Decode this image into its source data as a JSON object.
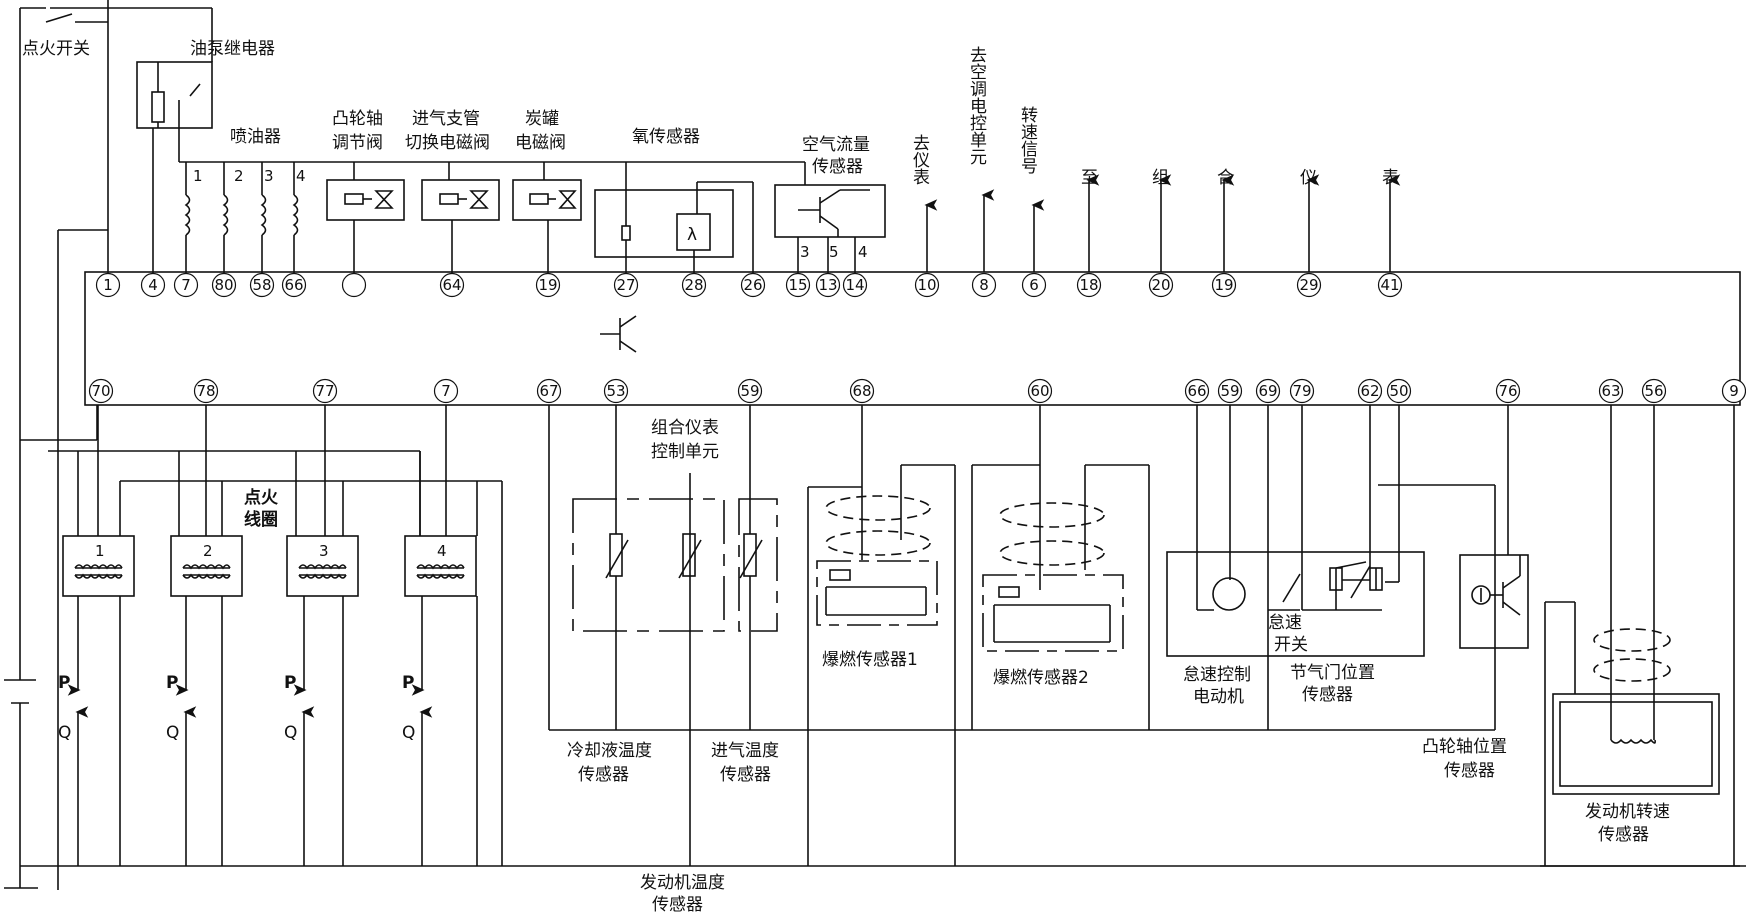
{
  "labels": {
    "ignition_switch": "点火开关",
    "fuel_pump_relay": "油泵继电器",
    "injectors": "喷油器",
    "inj_nums": [
      "1",
      "2",
      "3",
      "4"
    ],
    "cam_valve": [
      "凸轮轴",
      "调节阀"
    ],
    "intake_valve": [
      "进气支管",
      "切换电磁阀"
    ],
    "canister_valve": [
      "炭罐",
      "电磁阀"
    ],
    "oxygen_sensor": "氧传感器",
    "lambda": "λ",
    "air_flow": [
      "空气流量",
      "传感器"
    ],
    "maf_pins": [
      "3",
      "5",
      "4"
    ],
    "to_meter": "去仪表",
    "to_ac": "去空调电控单元",
    "speed_signal": "转速信号",
    "to_cluster": [
      "至",
      "组",
      "合",
      "仪",
      "表"
    ],
    "ignition_coil": [
      "点火",
      "线圈"
    ],
    "coil_nums": [
      "1",
      "2",
      "3",
      "4"
    ],
    "p": "P",
    "q": "Q",
    "cluster_ctrl": [
      "组合仪表",
      "控制单元"
    ],
    "coolant_sensor": [
      "冷却液温度",
      "传感器"
    ],
    "intake_temp": [
      "进气温度",
      "传感器"
    ],
    "engine_temp": [
      "发动机温度",
      "传感器"
    ],
    "knock1": "爆燃传感器1",
    "knock2": "爆燃传感器2",
    "idle_motor": [
      "怠速控制",
      "电动机"
    ],
    "idle_switch": [
      "怠速",
      "开关"
    ],
    "throttle_sensor": [
      "节气门位置",
      "传感器"
    ],
    "cam_sensor": [
      "凸轮轴位置",
      "传感器"
    ],
    "rpm_sensor": [
      "发动机转速",
      "传感器"
    ]
  },
  "ecu_top_pins": [
    "1",
    "4",
    "7",
    "80",
    "58",
    "66",
    "",
    "64",
    "19",
    "27",
    "28",
    "26",
    "15",
    "13",
    "14",
    "10",
    "8",
    "6",
    "18",
    "20",
    "19",
    "29",
    "41"
  ],
  "ecu_bottom_pins": [
    "70",
    "78",
    "77",
    "7",
    "67",
    "53",
    "59",
    "68",
    "60",
    "66",
    "59",
    "69",
    "79",
    "62",
    "50",
    "76",
    "63",
    "56",
    "9"
  ]
}
